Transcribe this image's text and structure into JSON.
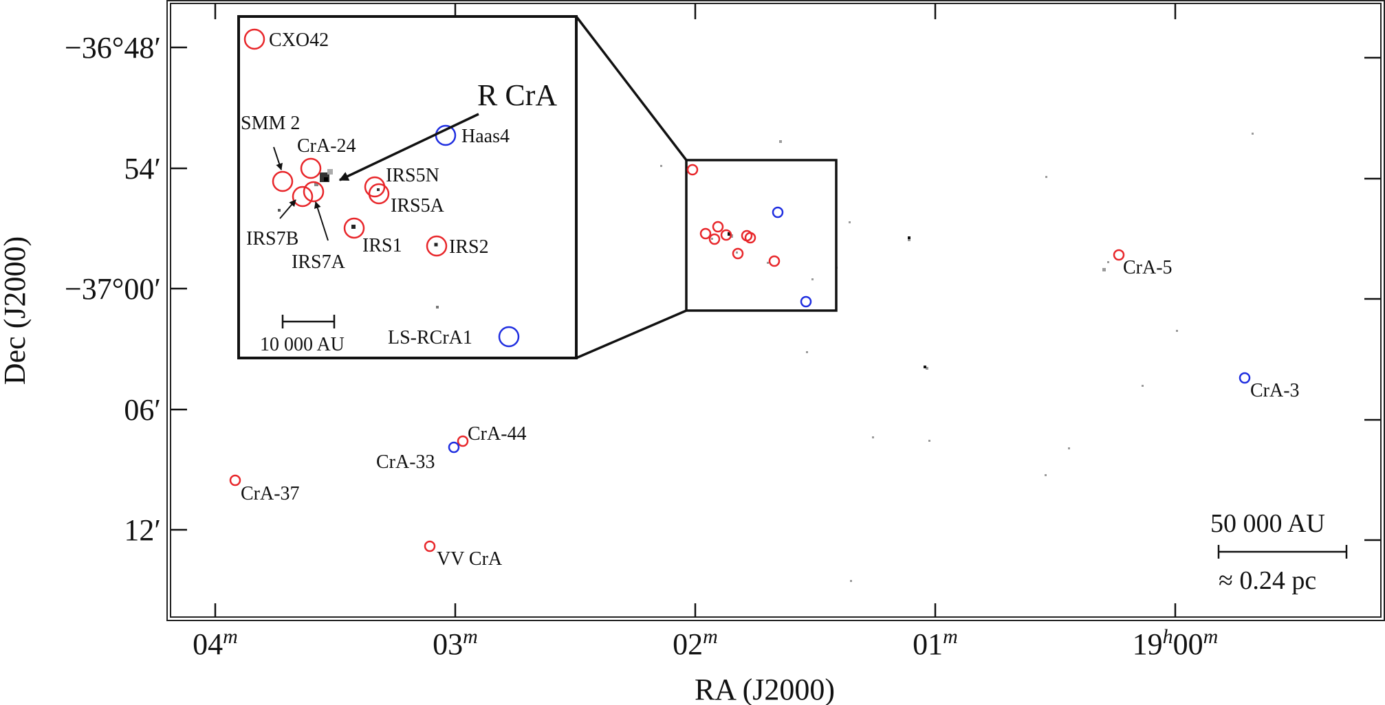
{
  "chart_data": {
    "type": "scatter",
    "title": "",
    "xlabel": "RA (J2000)",
    "ylabel": "Dec (J2000)",
    "x_ticks": [
      {
        "main": "04",
        "sup": "m"
      },
      {
        "main": "03",
        "sup": "m"
      },
      {
        "main": "02",
        "sup": "m"
      },
      {
        "main": "01",
        "sup": "m"
      },
      {
        "main": "19",
        "sup": "h",
        "main2": "00",
        "sup2": "m"
      }
    ],
    "y_ticks": [
      "−36°48′",
      "54′",
      "−37°00′",
      "06′",
      "12′"
    ],
    "colors": {
      "red": "#e8262a",
      "blue": "#1f2ee0",
      "frame": "#111111",
      "image_speck": "#9a9a9a"
    },
    "main_sources": [
      {
        "name": "CrA-5",
        "color": "red",
        "label": "CrA-5"
      },
      {
        "name": "CrA-3",
        "color": "blue",
        "label": "CrA-3"
      },
      {
        "name": "CrA-44",
        "color": "red",
        "label": "CrA-44"
      },
      {
        "name": "CrA-33",
        "color": "blue",
        "label": "CrA-33"
      },
      {
        "name": "CrA-37",
        "color": "red",
        "label": "CrA-37"
      },
      {
        "name": "VV CrA",
        "color": "red",
        "label": "VV CrA"
      },
      {
        "name": "box-source",
        "color": "red",
        "label": ""
      },
      {
        "name": "box-source",
        "color": "blue",
        "label": ""
      }
    ],
    "inset_sources": [
      {
        "name": "CXO42",
        "color": "red",
        "label": "CXO42"
      },
      {
        "name": "Haas4",
        "color": "blue",
        "label": "Haas4"
      },
      {
        "name": "SMM 2",
        "color": "red",
        "label": "SMM 2"
      },
      {
        "name": "CrA-24",
        "color": "red",
        "label": "CrA-24"
      },
      {
        "name": "IRS7B",
        "color": "red",
        "label": "IRS7B"
      },
      {
        "name": "IRS7A",
        "color": "red",
        "label": "IRS7A"
      },
      {
        "name": "IRS5N",
        "color": "red",
        "label": "IRS5N"
      },
      {
        "name": "IRS5A",
        "color": "red",
        "label": "IRS5A"
      },
      {
        "name": "IRS1",
        "color": "red",
        "label": "IRS1"
      },
      {
        "name": "IRS2",
        "color": "red",
        "label": "IRS2"
      },
      {
        "name": "LS-RCrA1",
        "color": "blue",
        "label": "LS-RCrA1"
      }
    ],
    "inset_title": "R CrA",
    "inset_scale_label": "10 000 AU",
    "scale_bar": {
      "top": "50 000 AU",
      "bottom": "≈ 0.24 pc"
    }
  }
}
